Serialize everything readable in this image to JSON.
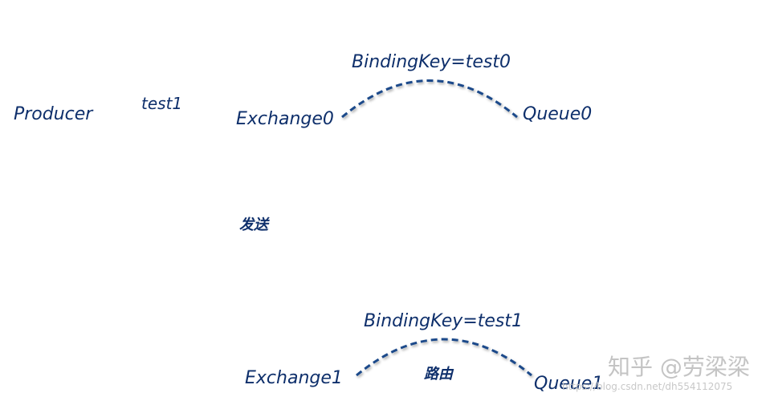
{
  "nodes": {
    "producer": "Producer",
    "exchange0": "Exchange0",
    "queue0": "Queue0",
    "exchange1": "Exchange1",
    "queue1": "Queue1"
  },
  "edges": {
    "producer_to_exchange0": "test1",
    "exchange0_to_exchange1": "发送",
    "exchange1_to_queue1": "路由"
  },
  "bindings": {
    "exchange0_queue0": "BindingKey=test0",
    "exchange1_queue1": "BindingKey=test1"
  },
  "watermark": {
    "brand": "知乎 @劳梁梁",
    "url": "https://blog.csdn.net/dh554112075"
  },
  "colors": {
    "line": "#1a4a8a",
    "text": "#0e2f6b"
  }
}
